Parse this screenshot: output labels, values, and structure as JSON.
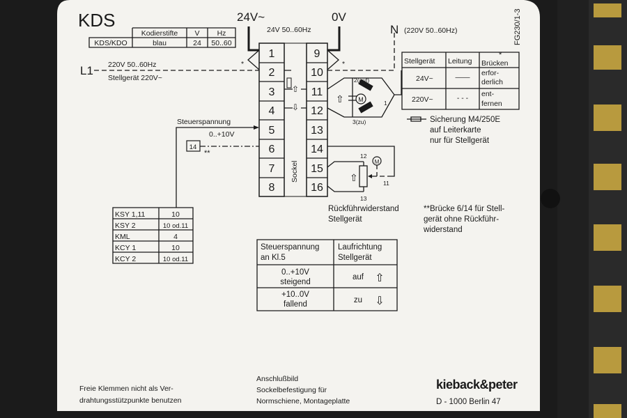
{
  "title": "KDS",
  "code": "FG230/1-3",
  "supply": {
    "v24": "24V~",
    "v0": "0V",
    "freq": "24V 50..60Hz",
    "n": "N",
    "n_spec": "(220V 50..60Hz)",
    "l1": "L1",
    "l1_spec": "220V 50..60Hz",
    "l1_note": "Stellgerät 220V~",
    "star": "*"
  },
  "coding_table": {
    "headers": [
      "Kodierstifte",
      "V",
      "Hz"
    ],
    "row": [
      "KDS/KDO",
      "blau",
      "24",
      "50..60"
    ]
  },
  "terminals_left": [
    "1",
    "2",
    "3",
    "4",
    "5",
    "6",
    "7",
    "8"
  ],
  "terminals_right": [
    "9",
    "10",
    "11",
    "12",
    "13",
    "14",
    "15",
    "16"
  ],
  "sockel": "Sockel",
  "motor": {
    "m": "M",
    "p2": "2(auf)",
    "p3": "3(zu)",
    "p1": "1",
    "r12": "12",
    "r13": "13",
    "r11": "11"
  },
  "steuer": {
    "label": "Steuerspannung",
    "range": "0..+10V",
    "box14": "14",
    "stars": "**"
  },
  "device_table": [
    [
      "KSY 1,11",
      "10"
    ],
    [
      "KSY 2",
      "10 od.11"
    ],
    [
      "KML",
      "4"
    ],
    [
      "KCY 1",
      "10"
    ],
    [
      "KCY 2",
      "10 od.11"
    ]
  ],
  "bridge_table": {
    "headers": [
      "Stellgerät",
      "Leitung",
      "Brücken"
    ],
    "rows": [
      [
        "24V~",
        "——",
        "erfor-",
        "derlich"
      ],
      [
        "220V~",
        "- - -",
        "ent-",
        "fernen"
      ]
    ]
  },
  "fuse_note": [
    "Sicherung M4/250E",
    "auf Leiterkarte",
    "nur für Stellgerät"
  ],
  "feedback_note": [
    "Rückführwiderstand",
    "Stellgerät"
  ],
  "bridge_note": [
    "**Brücke 6/14 für Stell-",
    "gerät ohne Rückführ-",
    "widerstand"
  ],
  "direction_table": {
    "headers": [
      [
        "Steuerspannung",
        "an Kl.5"
      ],
      [
        "Laufrichtung",
        "Stellgerät"
      ]
    ],
    "rows": [
      [
        "0..+10V",
        "steigend",
        "auf",
        "⇧"
      ],
      [
        "+10..0V",
        "fallend",
        "zu",
        "⇩"
      ]
    ]
  },
  "footer": {
    "left": [
      "Freie Klemmen nicht als Ver-",
      "drahtungsstützpunkte benutzen"
    ],
    "center": [
      "Anschlußbild",
      "Sockelbefestigung für",
      "Normschiene, Montageplatte"
    ],
    "brand": "kieback&peter",
    "address": "D - 1000  Berlin  47"
  }
}
